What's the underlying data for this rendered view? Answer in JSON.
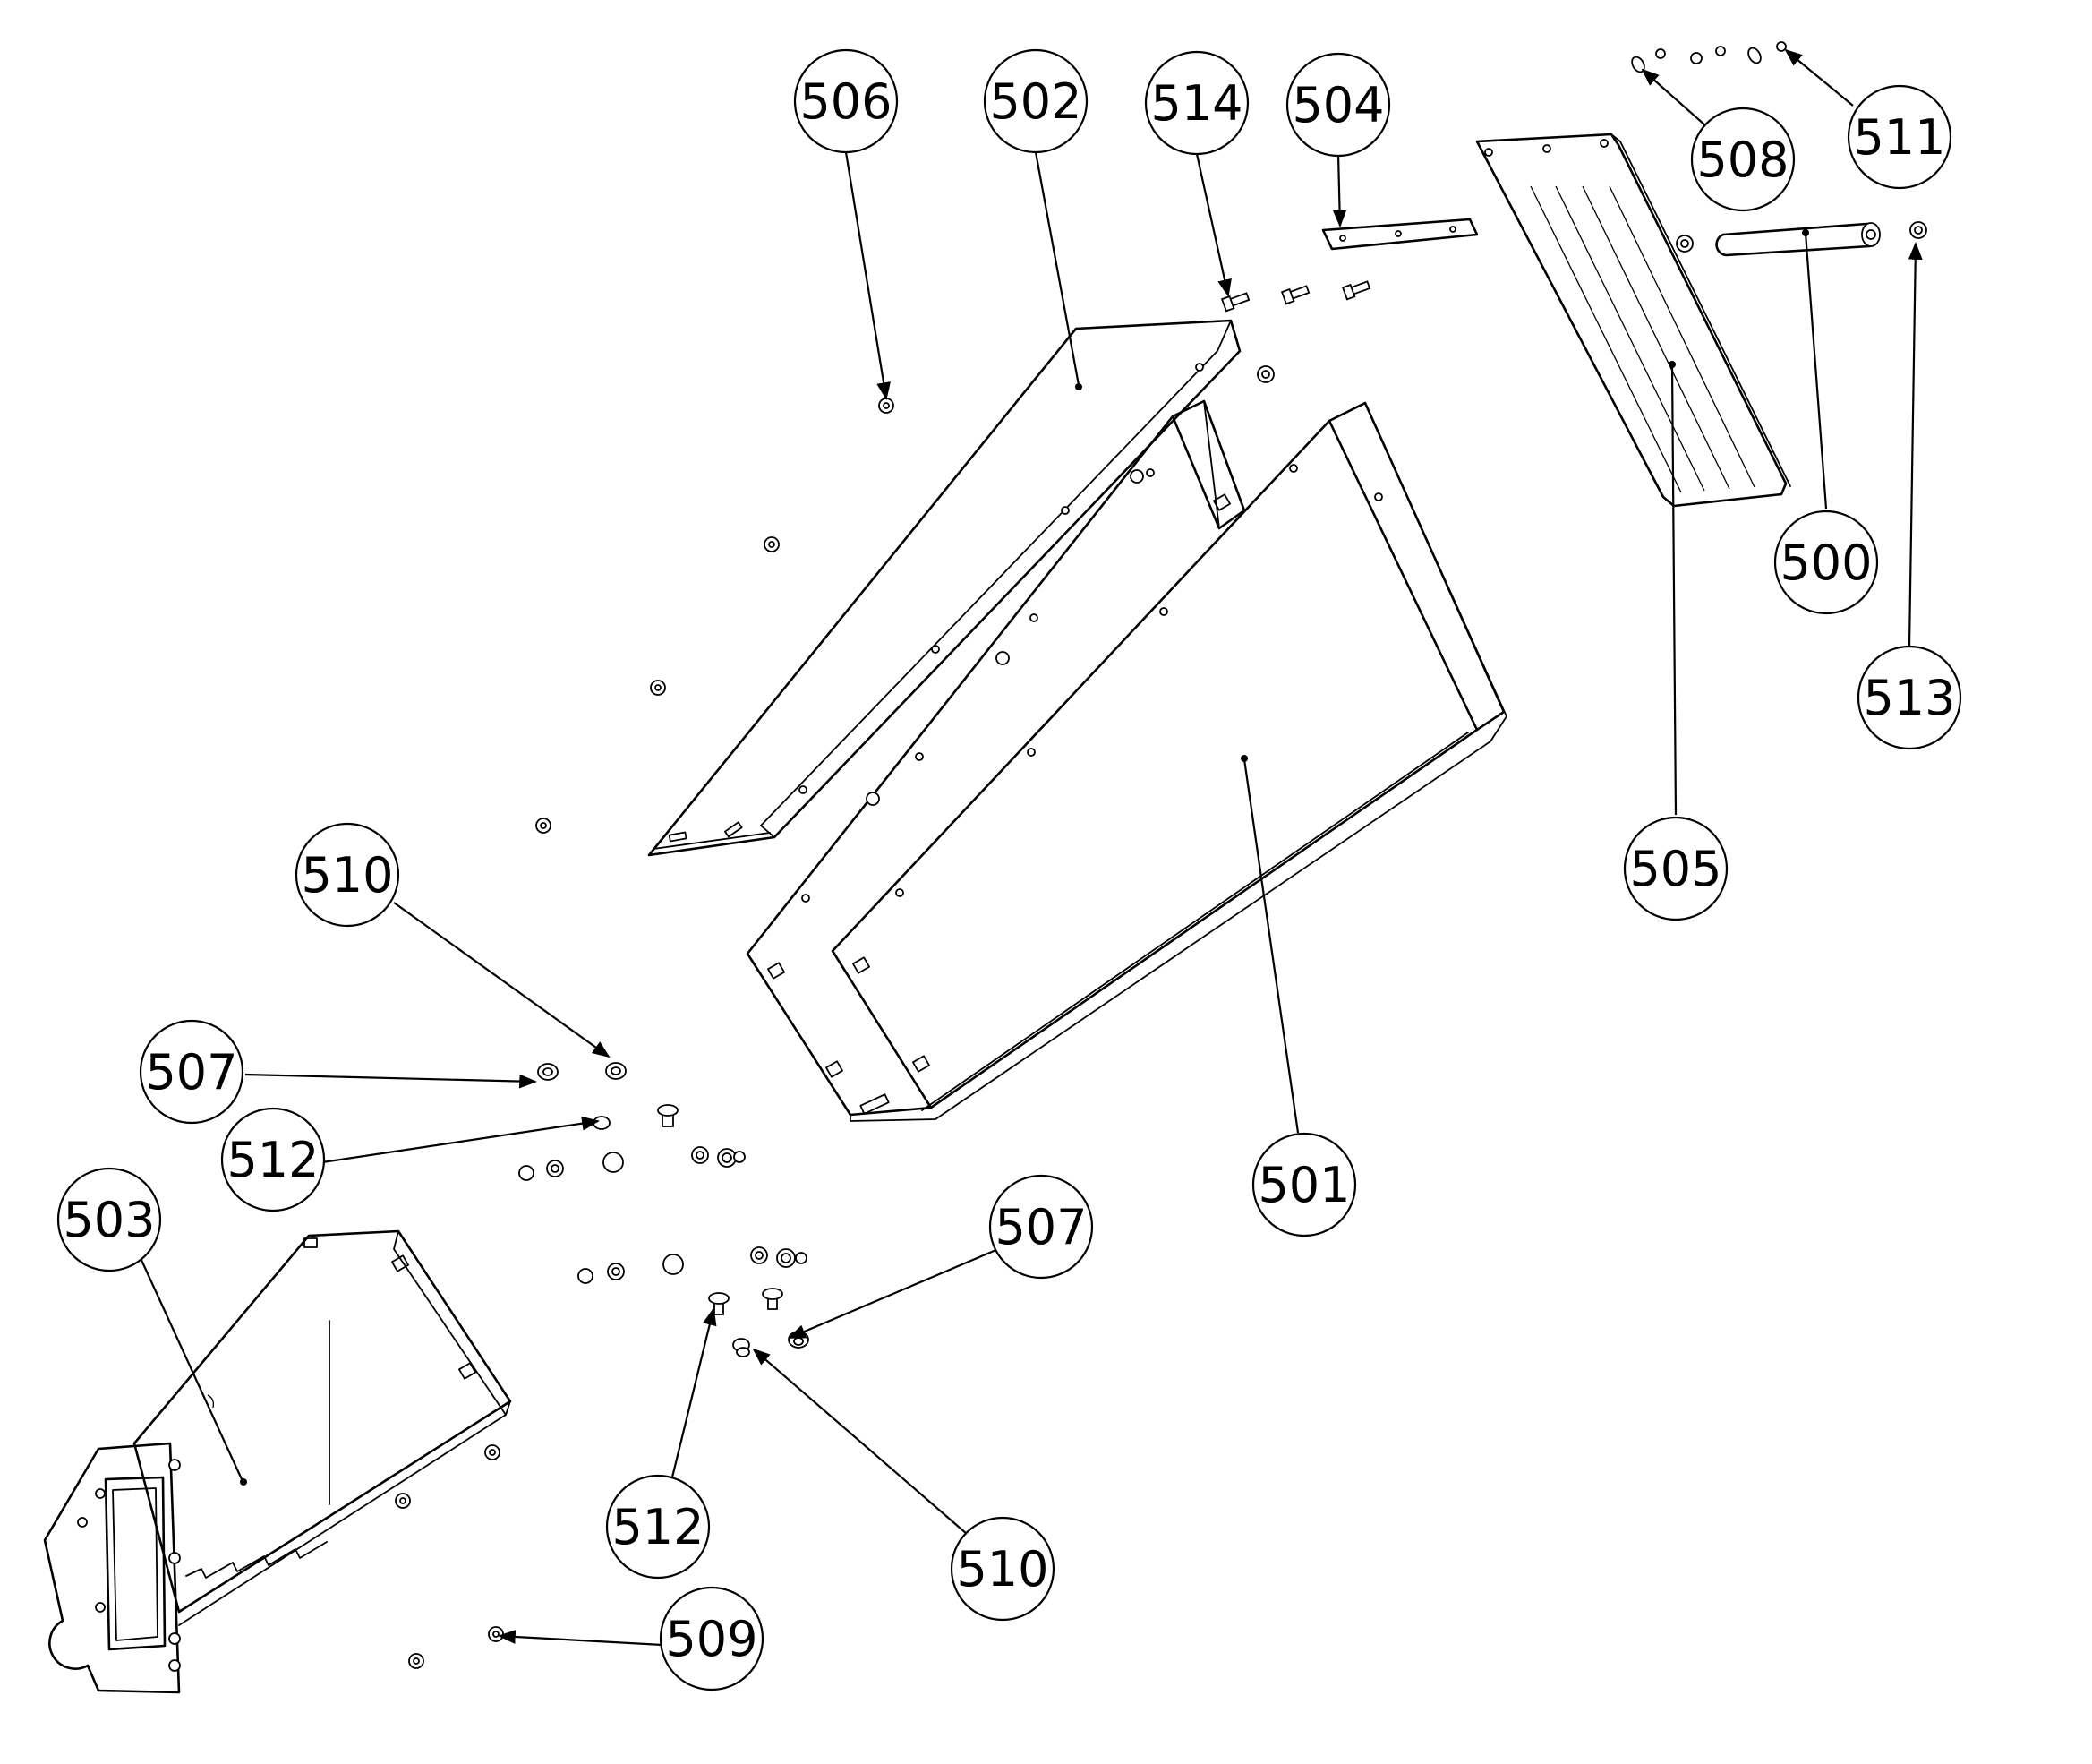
{
  "balloons": [
    {
      "id": "b-506",
      "label": "506"
    },
    {
      "id": "b-502",
      "label": "502"
    },
    {
      "id": "b-514",
      "label": "514"
    },
    {
      "id": "b-504",
      "label": "504"
    },
    {
      "id": "b-508",
      "label": "508"
    },
    {
      "id": "b-511",
      "label": "511"
    },
    {
      "id": "b-500",
      "label": "500"
    },
    {
      "id": "b-513",
      "label": "513"
    },
    {
      "id": "b-505",
      "label": "505"
    },
    {
      "id": "b-501",
      "label": "501"
    },
    {
      "id": "b-510a",
      "label": "510"
    },
    {
      "id": "b-507a",
      "label": "507"
    },
    {
      "id": "b-512a",
      "label": "512"
    },
    {
      "id": "b-503",
      "label": "503"
    },
    {
      "id": "b-507b",
      "label": "507"
    },
    {
      "id": "b-512b",
      "label": "512"
    },
    {
      "id": "b-510b",
      "label": "510"
    },
    {
      "id": "b-509",
      "label": "509"
    }
  ]
}
